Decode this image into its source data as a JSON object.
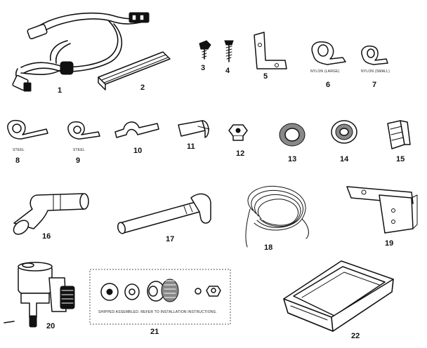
{
  "parts": [
    {
      "number": "1"
    },
    {
      "number": "2"
    },
    {
      "number": "3"
    },
    {
      "number": "4"
    },
    {
      "number": "5"
    },
    {
      "number": "6",
      "note": "NYLON (LARGE)"
    },
    {
      "number": "7",
      "note": "NYLON (SMALL)"
    },
    {
      "number": "8",
      "note": "STEEL"
    },
    {
      "number": "9",
      "note": "STEEL"
    },
    {
      "number": "10"
    },
    {
      "number": "11"
    },
    {
      "number": "12"
    },
    {
      "number": "13"
    },
    {
      "number": "14"
    },
    {
      "number": "15"
    },
    {
      "number": "16"
    },
    {
      "number": "17"
    },
    {
      "number": "18"
    },
    {
      "number": "19"
    },
    {
      "number": "20"
    },
    {
      "number": "21",
      "note": "SHIPPED ASSEMBLED. REFER TO INSTALLATION INSTRUCTIONS."
    },
    {
      "number": "22"
    }
  ]
}
